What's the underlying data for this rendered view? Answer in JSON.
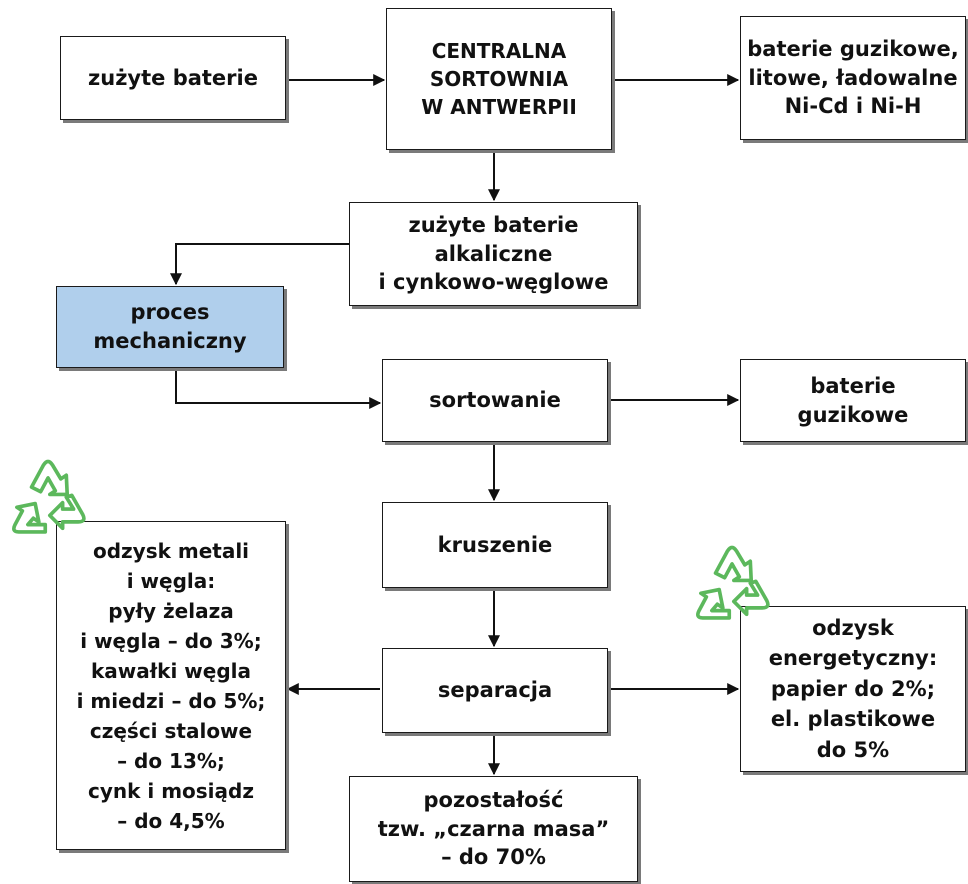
{
  "diagram": {
    "boxes": {
      "zuzyte_baterie": "zużyte baterie",
      "sortownia": "CENTRALNA\nSORTOWNIA\nW ANTWERPII",
      "baterie_litowe": "baterie guzikowe,\nlitowe, ładowalne\nNi-Cd i Ni-H",
      "alkaliczne": "zużyte baterie\nalkaliczne\ni cynkowo-węglowe",
      "proces": "proces\nmechaniczny",
      "sortowanie": "sortowanie",
      "guzikowe": "baterie\nguzikowe",
      "kruszenie": "kruszenie",
      "separacja": "separacja",
      "odzysk_metali": "odzysk metali\ni węgla:\npyły żelaza\ni węgla  – do 3%;\nkawałki węgla\ni miedzi – do 5%;\nczęści stalowe\n– do 13%;\ncynk i mosiądz\n– do 4,5%",
      "odzysk_energetyczny": "odzysk\nenergetyczny:\npapier do 2%;\nel. plastikowe\ndo 5%",
      "pozostalosc": "pozostałość\ntzw. „czarna masa”\n– do 70%"
    },
    "colors": {
      "highlight_box": "#b0cfec",
      "recycle_symbol": "#5cb85c",
      "line": "#111111"
    },
    "icons": [
      "recycle-icon",
      "recycle-icon"
    ]
  }
}
